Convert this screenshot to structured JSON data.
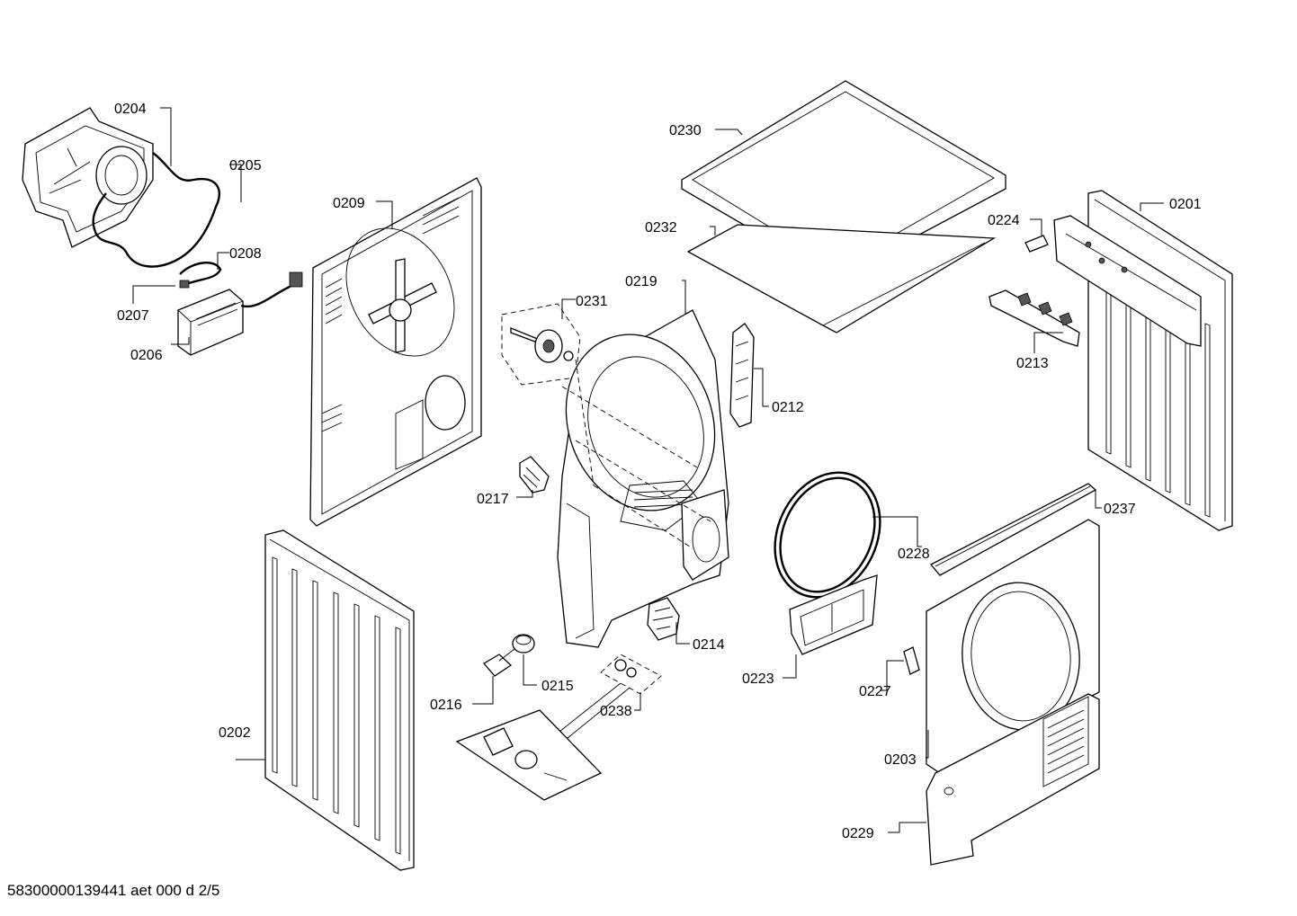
{
  "labels": {
    "p0201": "0201",
    "p0202": "0202",
    "p0203": "0203",
    "p0204": "0204",
    "p0205": "0205",
    "p0206": "0206",
    "p0207": "0207",
    "p0208": "0208",
    "p0209": "0209",
    "p0212": "0212",
    "p0213": "0213",
    "p0214": "0214",
    "p0215": "0215",
    "p0216": "0216",
    "p0217": "0217",
    "p0219": "0219",
    "p0223": "0223",
    "p0224": "0224",
    "p0227": "0227",
    "p0228": "0228",
    "p0229": "0229",
    "p0230": "0230",
    "p0231": "0231",
    "p0232": "0232",
    "p0237": "0237",
    "p0238": "0238"
  },
  "footer": "58300000139441 aet 000 d 2/5"
}
